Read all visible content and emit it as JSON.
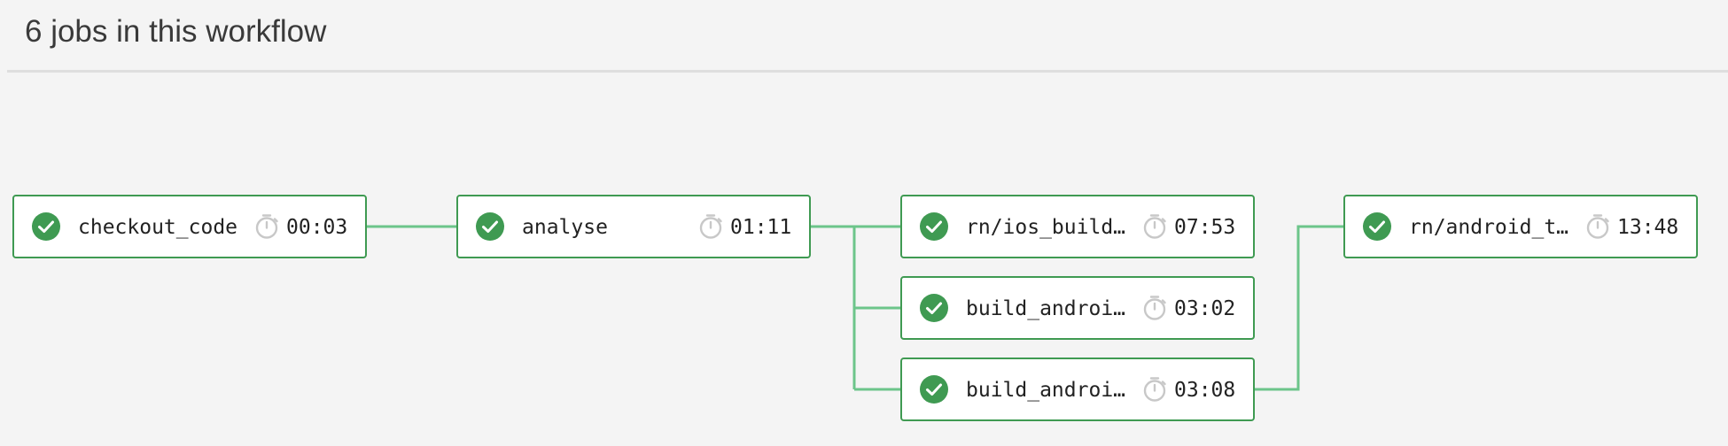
{
  "header": {
    "title": "6 jobs in this workflow"
  },
  "colors": {
    "success": "#3f9a52",
    "connector": "#6cc58a",
    "timer": "#c8c8c8"
  },
  "jobs": [
    {
      "name": "checkout_code",
      "duration": "00:03",
      "status": "success"
    },
    {
      "name": "analyse",
      "duration": "01:11",
      "status": "success"
    },
    {
      "name": "rn/ios_build…",
      "duration": "07:53",
      "status": "success"
    },
    {
      "name": "build_androi…",
      "duration": "03:02",
      "status": "success"
    },
    {
      "name": "build_androi…",
      "duration": "03:08",
      "status": "success"
    },
    {
      "name": "rn/android_t…",
      "duration": "13:48",
      "status": "success"
    }
  ]
}
